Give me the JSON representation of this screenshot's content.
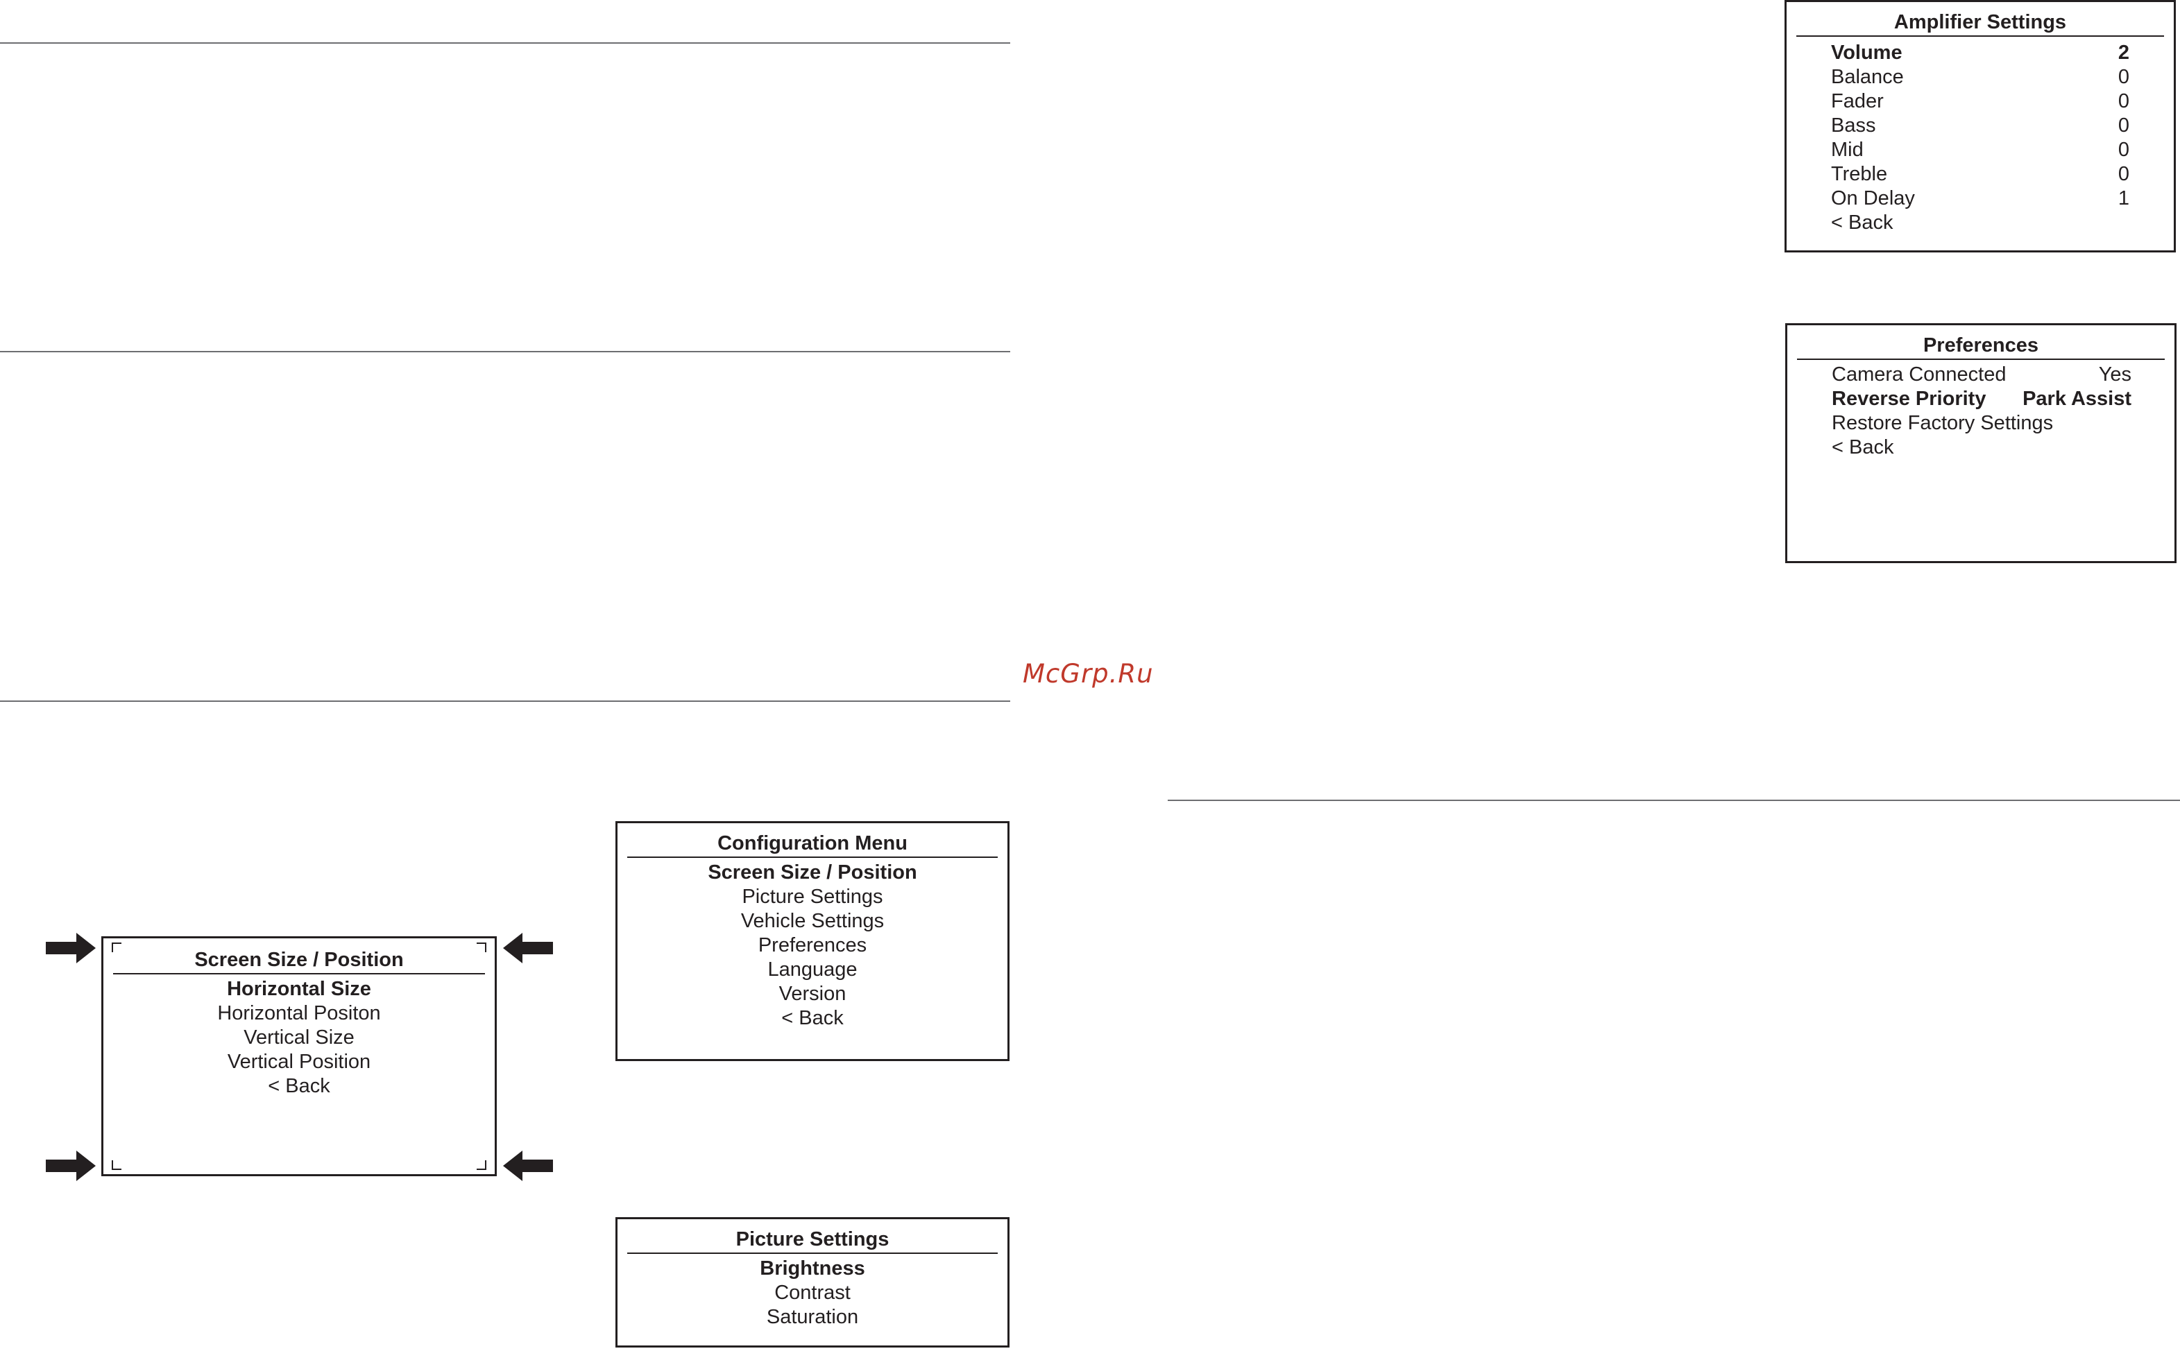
{
  "watermark": "McGrp.Ru",
  "amplifier": {
    "title": "Amplifier Settings",
    "items": [
      {
        "label": "Volume",
        "value": "2"
      },
      {
        "label": "Balance",
        "value": "0"
      },
      {
        "label": "Fader",
        "value": "0"
      },
      {
        "label": "Bass",
        "value": "0"
      },
      {
        "label": "Mid",
        "value": "0"
      },
      {
        "label": "Treble",
        "value": "0"
      },
      {
        "label": "On Delay",
        "value": "1"
      },
      {
        "label": "< Back",
        "value": ""
      }
    ]
  },
  "preferences": {
    "title": "Preferences",
    "items": [
      {
        "label": "Camera Connected",
        "value": "Yes"
      },
      {
        "label": "Reverse Priority",
        "value": "Park Assist"
      },
      {
        "label": "Restore Factory Settings",
        "value": ""
      },
      {
        "label": "< Back",
        "value": ""
      }
    ]
  },
  "config_menu": {
    "title": "Configuration Menu",
    "items": [
      "Screen Size / Position",
      "Picture Settings",
      "Vehicle Settings",
      "Preferences",
      "Language",
      "Version",
      "< Back"
    ]
  },
  "screen_size": {
    "title": "Screen Size / Position",
    "items": [
      "Horizontal Size",
      "Horizontal Positon",
      "Vertical Size",
      "Vertical Position",
      "< Back"
    ]
  },
  "picture": {
    "title": "Picture Settings",
    "items": [
      "Brightness",
      "Contrast",
      "Saturation"
    ]
  }
}
